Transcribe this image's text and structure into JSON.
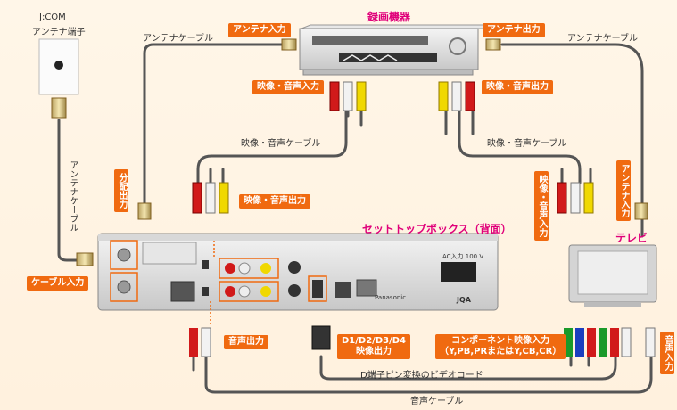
{
  "labels": {
    "jcom_line1": "J:COM",
    "jcom_line2": "アンテナ端子",
    "recorder_title": "録画機器",
    "stb_title": "セットトップボックス（背面）",
    "tv_title": "テレビ",
    "antenna_cable_top_left": "アンテナケーブル",
    "antenna_cable_top_right": "アンテナケーブル",
    "antenna_cable_vertical": "アンテナケーブル",
    "av_cable_left": "映像・音声ケーブル",
    "av_cable_right": "映像・音声ケーブル",
    "d_cable": "D端子ピン変換のビデオコード",
    "audio_cable": "音声ケーブル",
    "antenna_in": "アンテナ入力",
    "antenna_out": "アンテナ出力",
    "av_in_rec": "映像・音声入力",
    "av_out_rec": "映像・音声出力",
    "av_out_stb": "映像・音声出力",
    "splitter_out": "分配出力",
    "cable_in": "ケーブル入力",
    "audio_out": "音声出力",
    "d_out_line1": "D1/D2/D3/D4",
    "d_out_line2": "映像出力",
    "component_line1": "コンポーネント映像入力",
    "component_line2": "（Y,PB,PRまたはY,CB,CR）",
    "tv_av_in": "映像・音声入力",
    "tv_antenna_in": "アンテナ入力",
    "tv_audio_in": "音声入力",
    "stb_brand": "Panasonic",
    "stb_seal": "JQA",
    "stb_ac": "AC入力 100 V"
  },
  "colors": {
    "accent": "#f06a10",
    "title": "#e0007a",
    "cable": "#555555",
    "rca_red": "#d11a1a",
    "rca_white": "#f2f2f2",
    "rca_yellow": "#f0d800",
    "rca_green": "#1a9a2a",
    "rca_blue": "#1a3fc0"
  }
}
